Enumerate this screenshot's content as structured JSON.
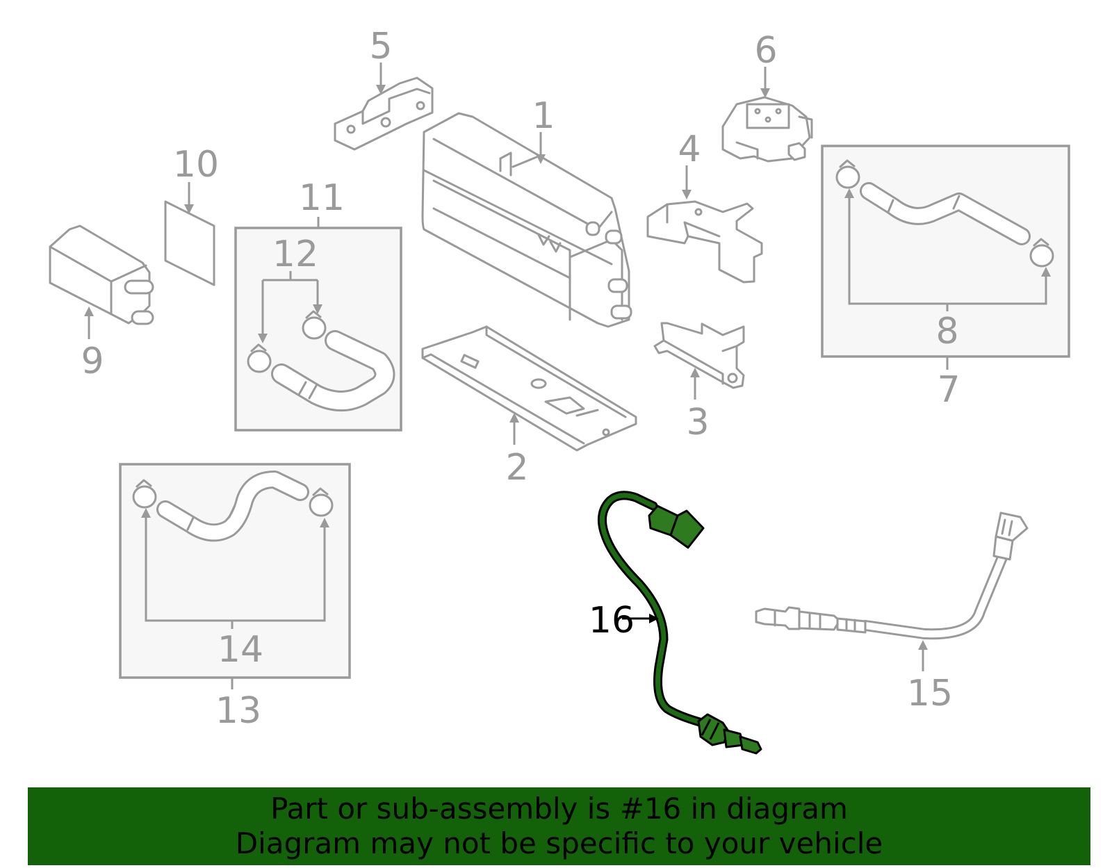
{
  "callouts": {
    "c1": "1",
    "c2": "2",
    "c3": "3",
    "c4": "4",
    "c5": "5",
    "c6": "6",
    "c7": "7",
    "c8": "8",
    "c9": "9",
    "c10": "10",
    "c11": "11",
    "c12": "12",
    "c13": "13",
    "c14": "14",
    "c15": "15",
    "c16": "16"
  },
  "banner": {
    "line1": "Part or sub-assembly is #16 in diagram",
    "line2": "Diagram may not be specific to your vehicle"
  },
  "colors": {
    "highlight_part": "#2e7a1e",
    "banner_background": "#13620a",
    "line_art": "#9a9a9a"
  }
}
